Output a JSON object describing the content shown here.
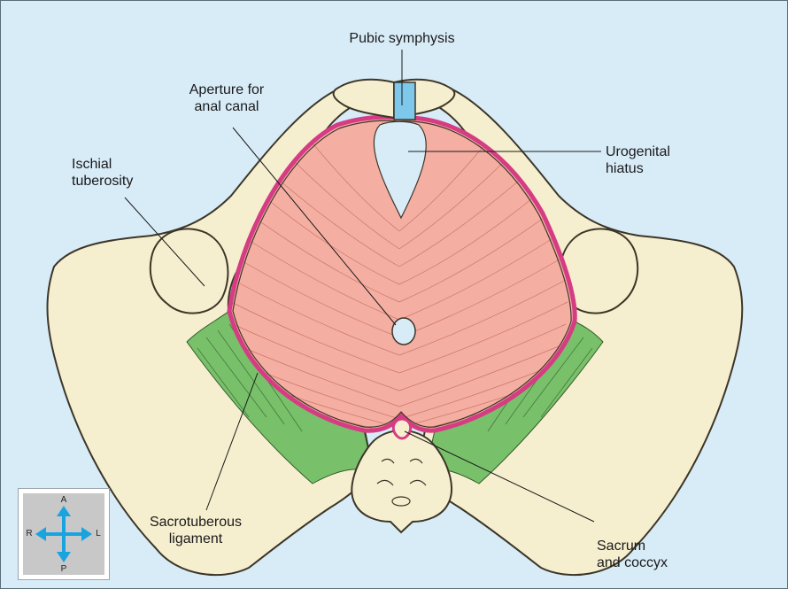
{
  "labels": {
    "pubic_symphysis": "Pubic symphysis",
    "aperture": [
      "Aperture for",
      "anal canal"
    ],
    "ischial": [
      "Ischial",
      "tuberosity"
    ],
    "urogenital": [
      "Urogenital",
      "hiatus"
    ],
    "sacrotuberous": [
      "Sacrotuberous",
      "ligament"
    ],
    "sacrum": [
      "Sacrum",
      "and coccyx"
    ]
  },
  "compass": {
    "anterior": "A",
    "posterior": "P",
    "right": "R",
    "left": "L"
  },
  "colors": {
    "background": "#d8ecf8",
    "bone": "#f6efcf",
    "bone_outline": "#3c3628",
    "muscle": "#f4aea2",
    "muscle_fibres": "#b8584e",
    "rim": "#d63c84",
    "ligament": "#79c06a",
    "symphysis": "#7ec8ec",
    "compass_arrow": "#19a4e0"
  }
}
